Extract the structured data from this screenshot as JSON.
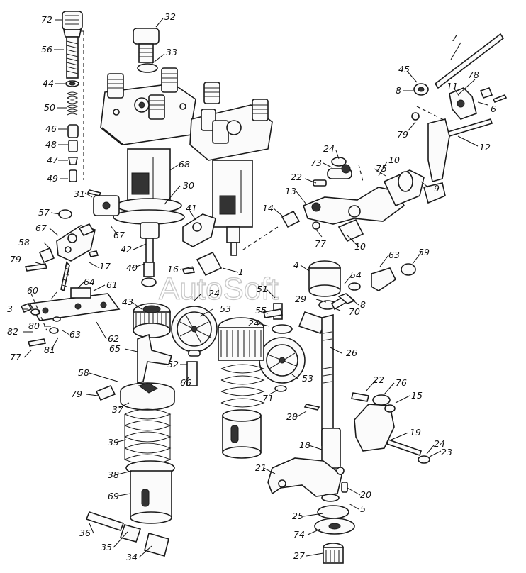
{
  "diagram": {
    "watermark": "AutoSoft",
    "callouts": [
      "72",
      "32",
      "7",
      "56",
      "33",
      "45",
      "78",
      "44",
      "8",
      "11",
      "6",
      "50",
      "46",
      "79",
      "48",
      "12",
      "47",
      "24",
      "49",
      "73",
      "68",
      "10",
      "22",
      "75",
      "9",
      "31",
      "13",
      "30",
      "57",
      "14",
      "67",
      "41",
      "67",
      "77",
      "10",
      "58",
      "42",
      "63",
      "59",
      "79",
      "17",
      "40",
      "16",
      "1",
      "4",
      "64",
      "54",
      "61",
      "24",
      "51",
      "29",
      "8",
      "60",
      "43",
      "53",
      "55",
      "3",
      "24",
      "70",
      "82",
      "80",
      "63",
      "62",
      "26",
      "77",
      "81",
      "65",
      "52",
      "53",
      "58",
      "66",
      "22",
      "76",
      "79",
      "71",
      "15",
      "37",
      "28",
      "19",
      "39",
      "18",
      "24",
      "23",
      "21",
      "38",
      "20",
      "69",
      "5",
      "25",
      "36",
      "74",
      "35",
      "34",
      "27"
    ]
  }
}
